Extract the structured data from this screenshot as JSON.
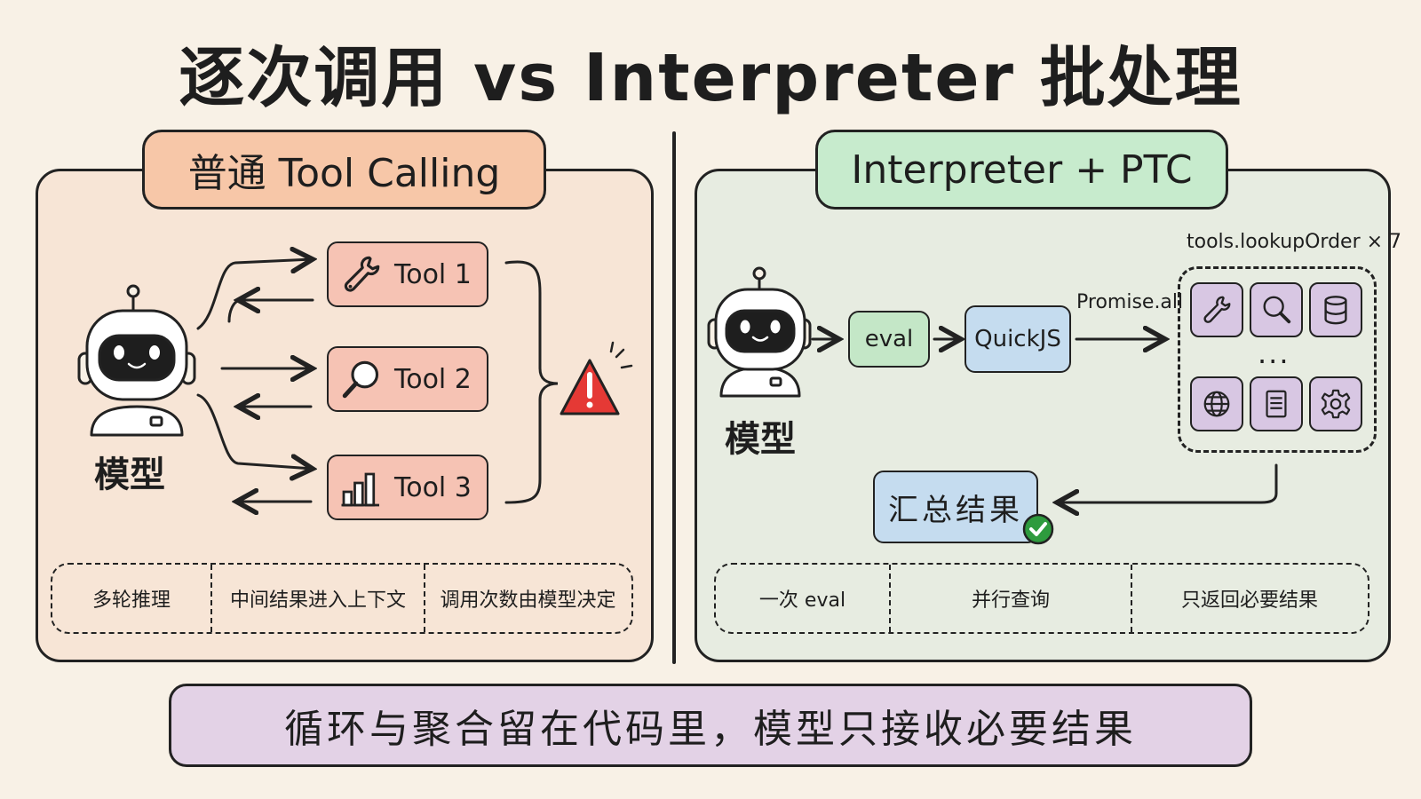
{
  "title": "逐次调用 vs Interpreter 批处理",
  "left": {
    "header": "普通 Tool Calling",
    "model_label": "模型",
    "tools": [
      {
        "label": "Tool 1",
        "icon": "wrench-icon"
      },
      {
        "label": "Tool 2",
        "icon": "magnifier-icon"
      },
      {
        "label": "Tool 3",
        "icon": "bar-chart-icon"
      }
    ],
    "notes": [
      "多轮推理",
      "中间结果进入上下文",
      "调用次数由模型决定"
    ]
  },
  "right": {
    "header": "Interpreter + PTC",
    "model_label": "模型",
    "eval_label": "eval",
    "quickjs_label": "QuickJS",
    "promise_label": "Promise.all",
    "tools_label": "tools.lookupOrder × 7",
    "dots": "···",
    "summary_label": "汇总结果",
    "notes": [
      "一次 eval",
      "并行查询",
      "只返回必要结果"
    ]
  },
  "banner": "循环与聚合留在代码里，模型只接收必要结果",
  "colors": {
    "background": "#f8f1e6",
    "left_panel": "#f7e5d6",
    "right_panel": "#e7ece1",
    "left_header": "#f7c7a8",
    "right_header": "#c7ebcd",
    "tool_box": "#f6c3b4",
    "eval_box": "#c4e7c7",
    "quickjs_box": "#c5dcef",
    "tool_tile": "#d8c7e3",
    "banner": "#e3d2e6",
    "warning": "#e53935",
    "check": "#2e9b3e"
  }
}
